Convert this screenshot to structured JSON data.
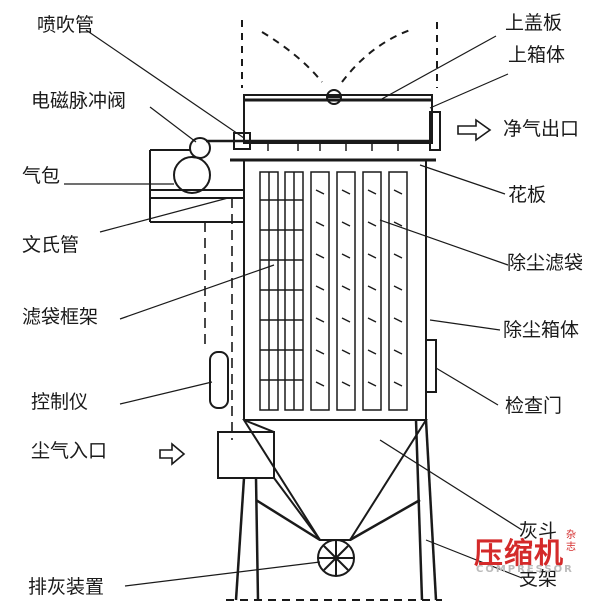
{
  "labels": {
    "left": {
      "blow_pipe": "喷吹管",
      "pulse_valve": "电磁脉冲阀",
      "air_bag": "气包",
      "venturi": "文氏管",
      "bag_cage": "滤袋框架",
      "controller": "控制仪",
      "dust_inlet": "尘气入口",
      "discharge": "排灰装置"
    },
    "right": {
      "top_cover": "上盖板",
      "upper_box": "上箱体",
      "clean_outlet": "净气出口",
      "tube_sheet": "花板",
      "filter_bag": "除尘滤袋",
      "dust_box": "除尘箱体",
      "inspection_door": "检查门",
      "ash_hopper": "灰斗",
      "support": "支架"
    }
  },
  "watermark": {
    "brand": "压缩机",
    "vertical": "杂志",
    "latin": "COMPRESSOR"
  },
  "colors": {
    "line": "#1a1a1a",
    "brand_red": "#d42a2a"
  }
}
